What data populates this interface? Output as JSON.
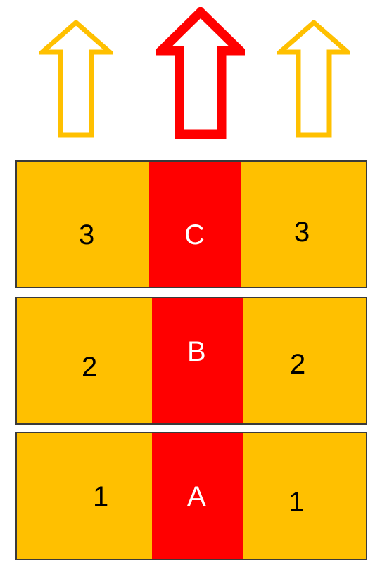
{
  "colors": {
    "orange": "#FFC000",
    "red": "#FF0000",
    "outline": "#3A3A3A"
  },
  "arrows": [
    {
      "name": "left-arrow-icon",
      "color": "orange"
    },
    {
      "name": "center-arrow-icon",
      "color": "red"
    },
    {
      "name": "right-arrow-icon",
      "color": "orange"
    }
  ],
  "bands": [
    {
      "left": "3",
      "center": "C",
      "right": "3"
    },
    {
      "left": "2",
      "center": "B",
      "right": "2"
    },
    {
      "left": "1",
      "center": "A",
      "right": "1"
    }
  ]
}
